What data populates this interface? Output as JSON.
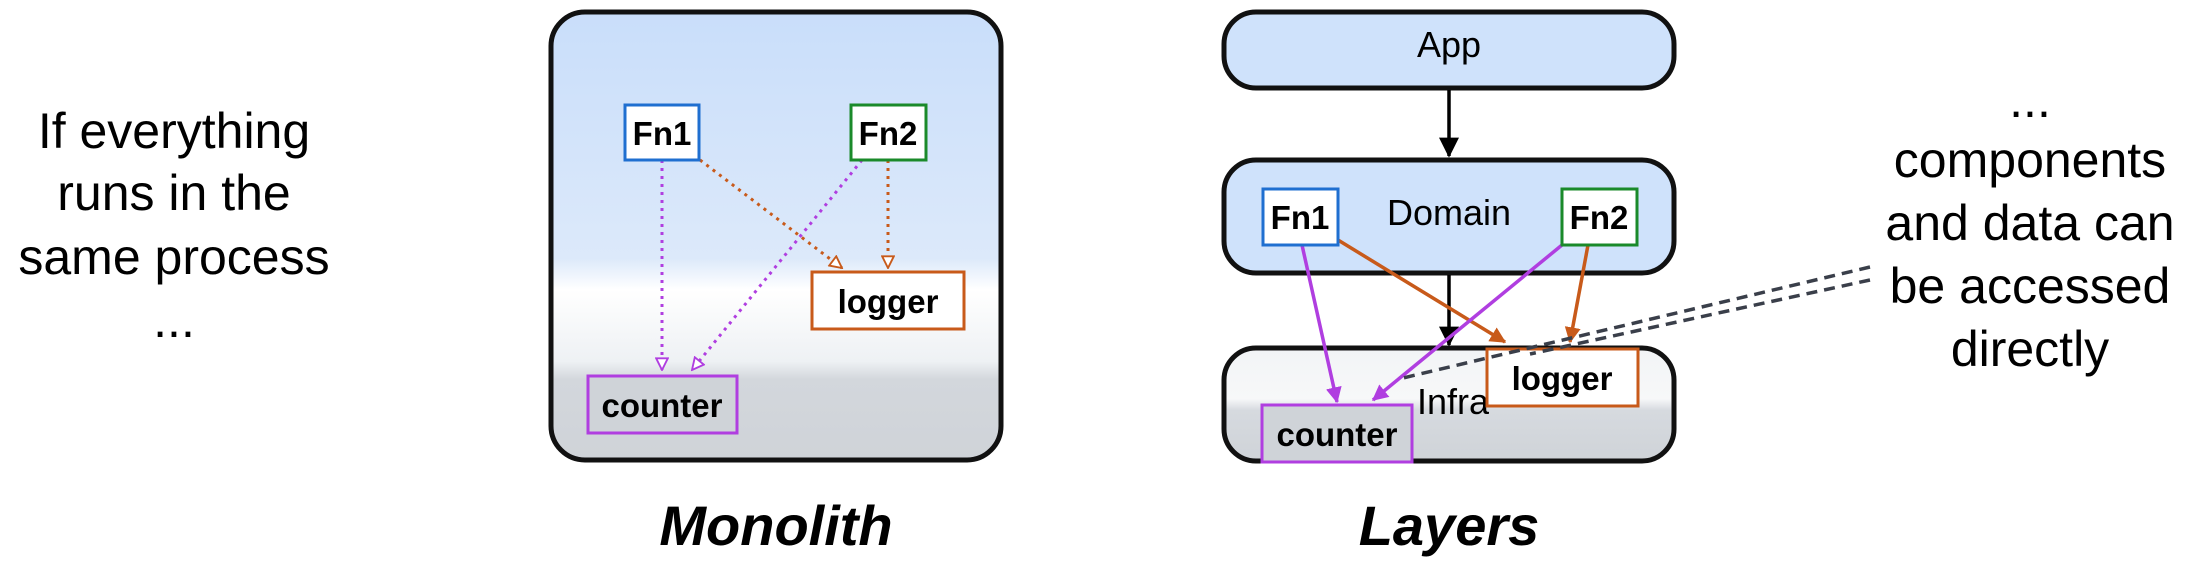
{
  "left_text": [
    "If everything",
    "runs in the",
    "same process",
    "..."
  ],
  "right_text": [
    "...",
    "components",
    "and data can",
    "be accessed",
    "directly"
  ],
  "monolith": {
    "caption": "Monolith",
    "fn1": "Fn1",
    "fn2": "Fn2",
    "logger": "logger",
    "counter": "counter"
  },
  "layers": {
    "caption": "Layers",
    "app": "App",
    "domain": "Domain",
    "infra": "Infra",
    "fn1": "Fn1",
    "fn2": "Fn2",
    "logger": "logger",
    "counter": "counter"
  },
  "colors": {
    "fn1": "#1f6fd0",
    "fn2": "#1a8a2a",
    "logger": "#c85a1a",
    "counter": "#b03ee0",
    "layer_fill": "#cfe2fb",
    "infra_fill": "#d3d7dc",
    "dashed": "#3a3f4a"
  }
}
